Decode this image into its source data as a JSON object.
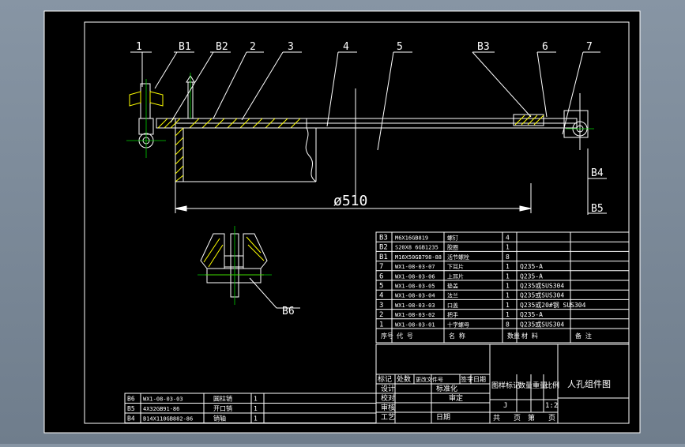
{
  "colors": {
    "canvas": "#000000",
    "background": "#7f8d9c",
    "line": "#ffffff",
    "hatch": "#ffff00",
    "centerline": "#00d000"
  },
  "drawing": {
    "leaders": [
      "1",
      "B1",
      "B2",
      "2",
      "3",
      "4",
      "5",
      "B3",
      "6",
      "7"
    ],
    "dimension": "ø510",
    "side_labels": [
      "B4",
      "B5"
    ],
    "detail_label": "B6"
  },
  "bom": {
    "rows": [
      {
        "no": "B3",
        "code": "M6X16GB819",
        "name": "螺钉",
        "qty": "4",
        "material": "",
        "note": ""
      },
      {
        "no": "B2",
        "code": "S20X8 6GB1235",
        "name": "胶圈",
        "qty": "1",
        "material": "",
        "note": ""
      },
      {
        "no": "B1",
        "code": "M16X50GB798-88",
        "name": "活节螺栓",
        "qty": "8",
        "material": "",
        "note": ""
      },
      {
        "no": "7",
        "code": "WX1-08-03-07",
        "name": "下耳片",
        "qty": "1",
        "material": "Q235-A",
        "note": ""
      },
      {
        "no": "6",
        "code": "WX1-08-03-06",
        "name": "上耳片",
        "qty": "1",
        "material": "Q235-A",
        "note": ""
      },
      {
        "no": "5",
        "code": "WX1-08-03-05",
        "name": "垫盖",
        "qty": "1",
        "material": "Q235或SUS304",
        "note": ""
      },
      {
        "no": "4",
        "code": "WX1-08-03-04",
        "name": "法兰",
        "qty": "1",
        "material": "Q235或SUS304",
        "note": ""
      },
      {
        "no": "3",
        "code": "WX1-08-03-03",
        "name": "口盖",
        "qty": "1",
        "material": "Q235或20#钢 SUS304",
        "note": ""
      },
      {
        "no": "2",
        "code": "WX1-08-03-02",
        "name": "把手",
        "qty": "1",
        "material": "Q235-A",
        "note": ""
      },
      {
        "no": "1",
        "code": "WX1-08-03-01",
        "name": "十字螺母",
        "qty": "8",
        "material": "Q235或SUS304",
        "note": ""
      }
    ],
    "header": {
      "no": "序号",
      "code": "代 号",
      "name": "名 称",
      "qty": "数量",
      "material": "材 料",
      "note": "备 注"
    }
  },
  "std_parts": [
    {
      "no": "B6",
      "code": "WX1-08-03-03",
      "name": "圆柱销",
      "qty": "1"
    },
    {
      "no": "B5",
      "code": "4X32GB91-86",
      "name": "开口销",
      "qty": "1"
    },
    {
      "no": "B4",
      "code": "B14X110GB882-86",
      "name": "销轴",
      "qty": "1"
    }
  ],
  "title_block": {
    "drawing_title": "人孔组件图",
    "revision_header": [
      "标记",
      "处数",
      "更改文件号",
      "签字",
      "日期"
    ],
    "design": "设计",
    "check": "校对",
    "review": "审核",
    "process": "工艺",
    "standardize": "标准化",
    "approve": "审定",
    "date": "日期",
    "stage_mark": "图样标记",
    "quantity": "数量",
    "weight": "重量",
    "scale_label": "比例",
    "scale": "1:2",
    "stage_value": "J",
    "total_sheets": "共",
    "sheet_unit": "页",
    "sheet_no": "第",
    "sheet_unit2": "页"
  }
}
